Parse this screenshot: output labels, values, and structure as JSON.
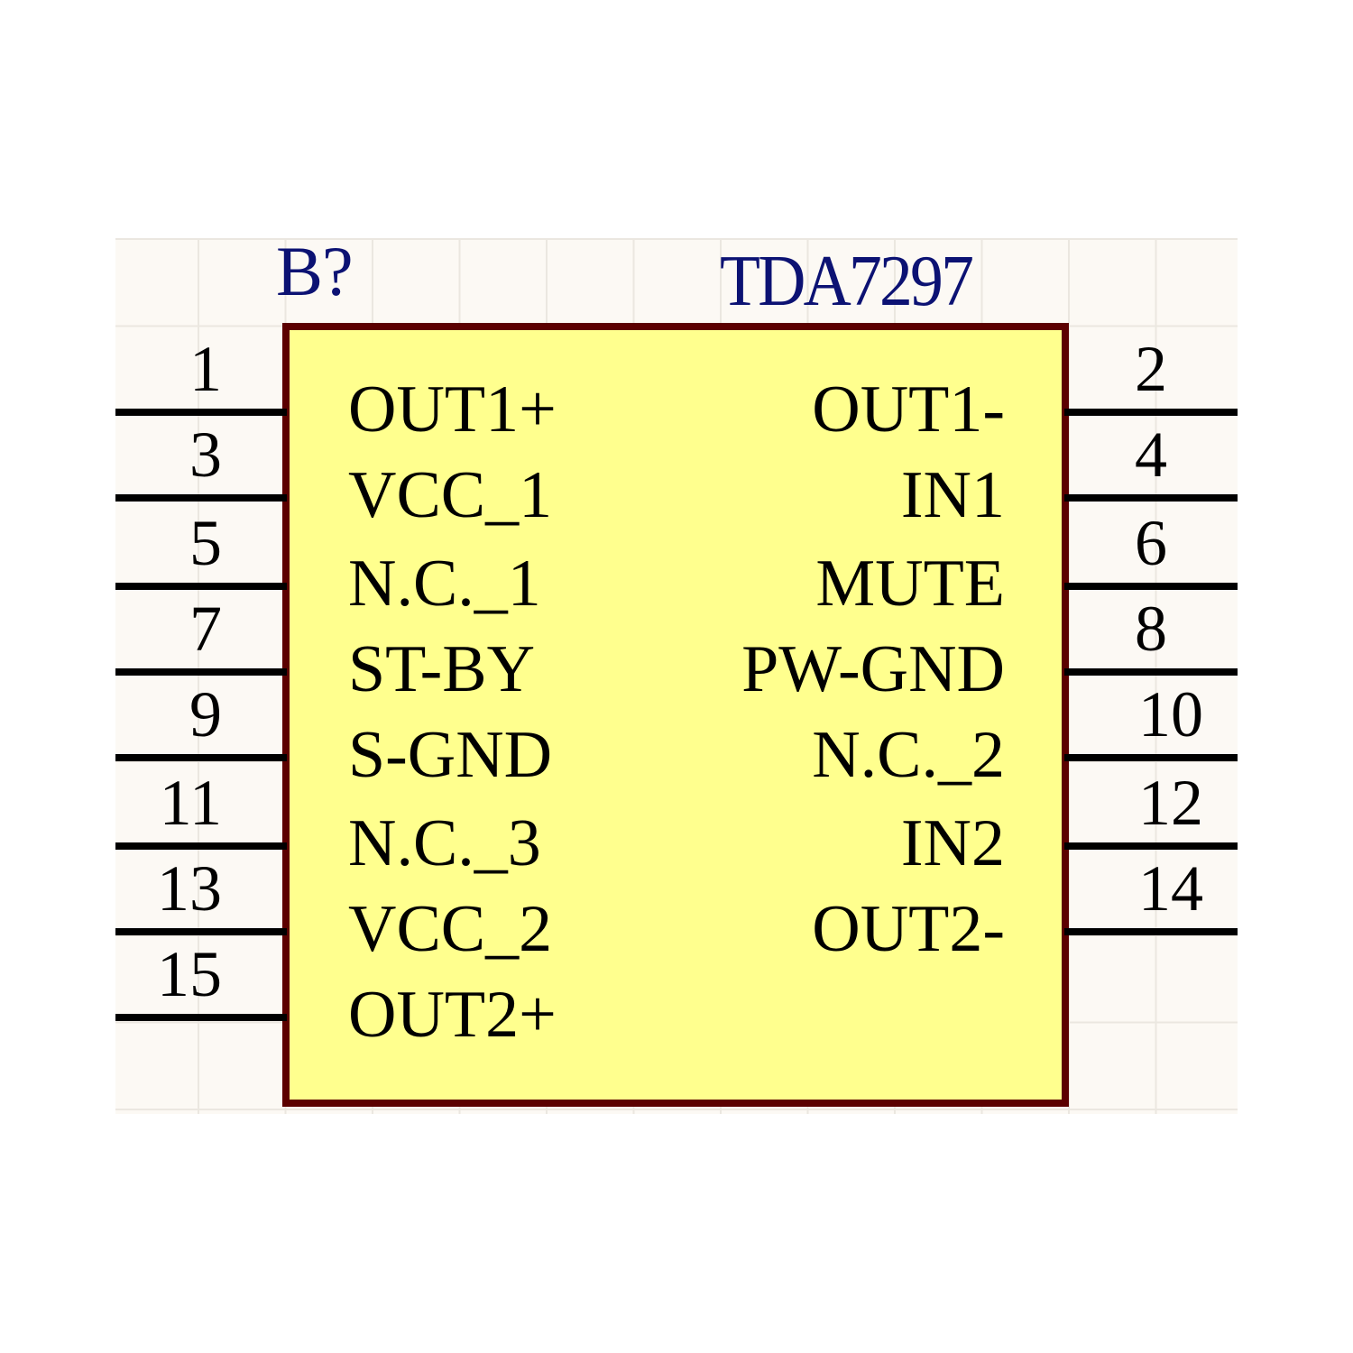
{
  "component": {
    "designator": "B?",
    "part_name": "TDA7297",
    "colors": {
      "body_fill": "#ffff8e",
      "body_border": "#5c0000",
      "label_text": "#0c1273",
      "pin_color": "#000000",
      "sheet_background": "#fcf9f4",
      "grid_line": "#ebe7e0"
    }
  },
  "left_pins": [
    {
      "number": "1",
      "name": "OUT1+"
    },
    {
      "number": "3",
      "name": "VCC_1"
    },
    {
      "number": "5",
      "name": "N.C._1"
    },
    {
      "number": "7",
      "name": "ST-BY"
    },
    {
      "number": "9",
      "name": "S-GND"
    },
    {
      "number": "11",
      "name": "N.C._3"
    },
    {
      "number": "13",
      "name": "VCC_2"
    },
    {
      "number": "15",
      "name": "OUT2+"
    }
  ],
  "right_pins": [
    {
      "number": "2",
      "name": "OUT1-"
    },
    {
      "number": "4",
      "name": "IN1"
    },
    {
      "number": "6",
      "name": "MUTE"
    },
    {
      "number": "8",
      "name": "PW-GND"
    },
    {
      "number": "10",
      "name": "N.C._2"
    },
    {
      "number": "12",
      "name": "IN2"
    },
    {
      "number": "14",
      "name": "OUT2-"
    }
  ]
}
